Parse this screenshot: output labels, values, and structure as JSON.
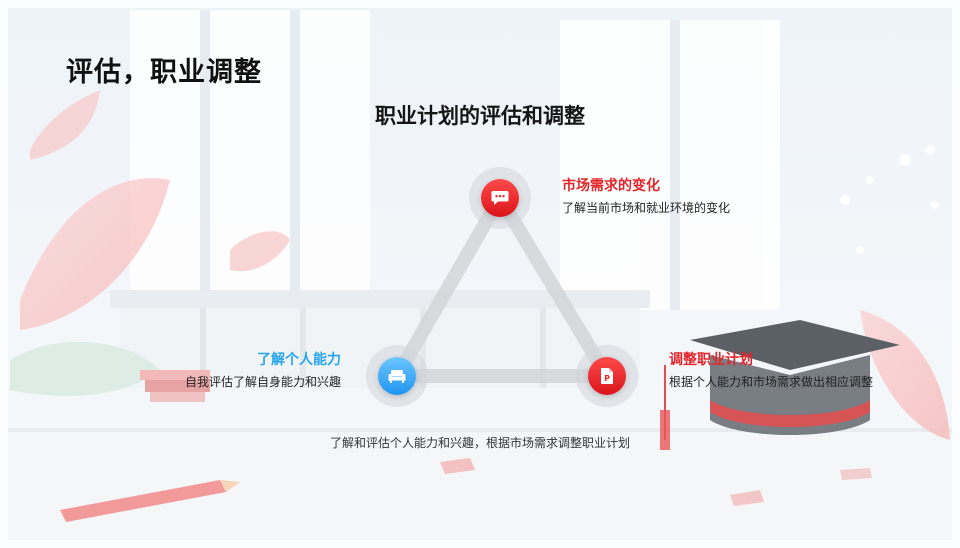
{
  "slide": {
    "title": "评估，职业调整",
    "subtitle": "职业计划的评估和调整",
    "bottom_note": "了解和评估个人能力和兴趣，根据市场需求调整职业计划"
  },
  "nodes": {
    "top": {
      "title": "市场需求的变化",
      "description": "了解当前市场和就业环境的变化",
      "icon": "chat-bubble-icon",
      "color": "#e3262b"
    },
    "left": {
      "title": "了解个人能力",
      "description": "自我评估了解自身能力和兴趣",
      "icon": "sofa-icon",
      "color": "#27a4ec"
    },
    "right": {
      "title": "调整职业计划",
      "description": "根据个人能力和市场需求做出相应调整",
      "icon": "document-p-icon",
      "color": "#e3262b"
    }
  },
  "colors": {
    "accent_red": "#e3262b",
    "accent_blue": "#27a4ec",
    "triangle": "#d5d7d9"
  }
}
